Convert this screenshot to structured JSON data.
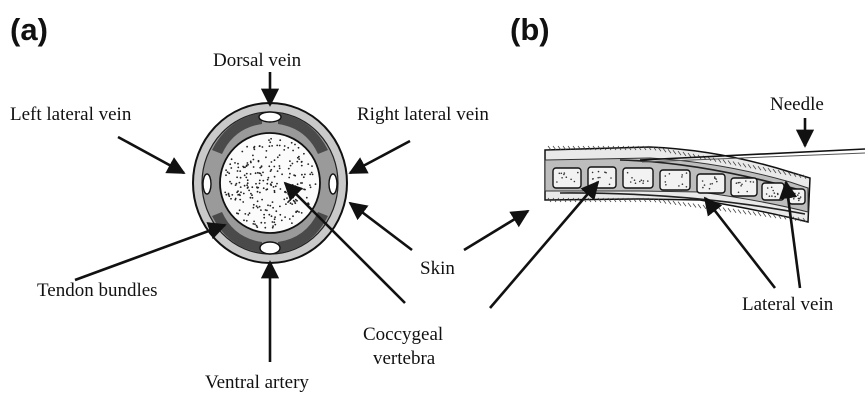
{
  "panels": {
    "a": {
      "letter": "(a)",
      "labels": {
        "dorsal_vein": "Dorsal vein",
        "left_lateral_vein": "Left lateral vein",
        "right_lateral_vein": "Right lateral vein",
        "tendon_bundles": "Tendon bundles",
        "ventral_artery": "Ventral artery"
      }
    },
    "b": {
      "letter": "(b)",
      "labels": {
        "needle": "Needle",
        "lateral_vein": "Lateral vein"
      }
    },
    "shared": {
      "skin": "Skin",
      "coccygeal_1": "Coccygeal",
      "coccygeal_2": "vertebra"
    }
  },
  "colors": {
    "ink": "#111111",
    "ring_fill": "#c4c4c4",
    "tendon_fill": "#4a4a4a",
    "core_fill": "#fbfbfb"
  }
}
